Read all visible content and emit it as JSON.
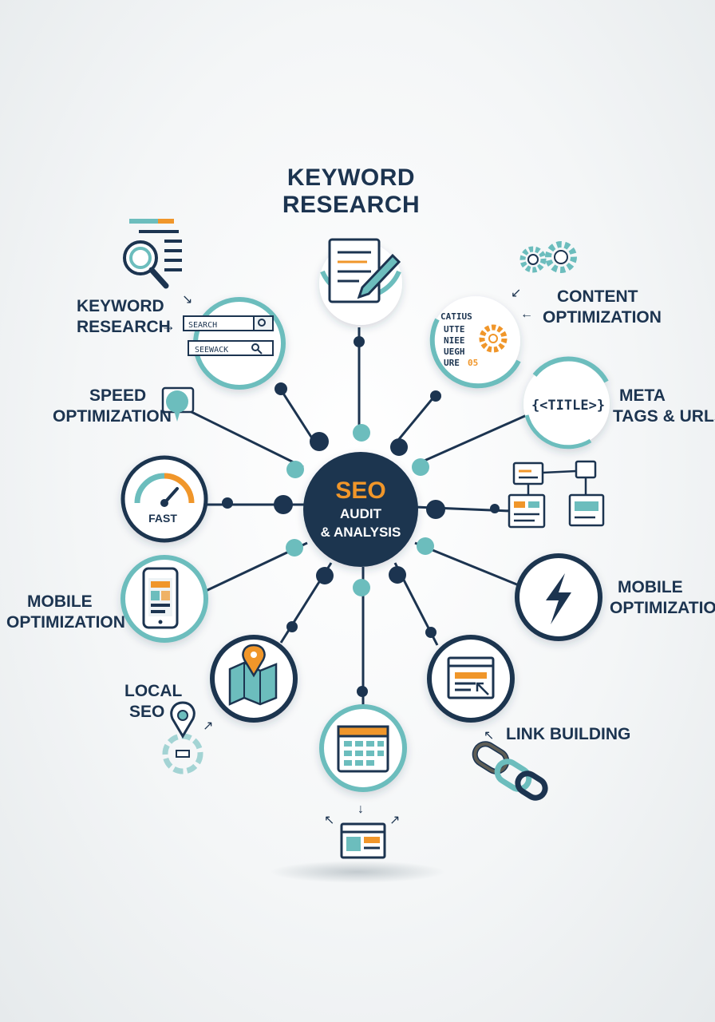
{
  "title": {
    "line1": "KEYWORD",
    "line2": "RESEARCH"
  },
  "center": {
    "line1": "SEO",
    "line2": "AUDIT",
    "line3": "& ANALYSIS"
  },
  "labels": {
    "keyword_left": {
      "line1": "KEYWORD",
      "line2": "RESEARCH"
    },
    "content": {
      "line1": "CONTENT",
      "line2": "OPTIMIZATION"
    },
    "speed": {
      "line1": "SPEED",
      "line2": "OPTIMIZATION"
    },
    "meta": {
      "line1": "META",
      "line2": "TAGS & URLs"
    },
    "mobile_left": {
      "line1": "MOBILE",
      "line2": "OPTIMIZATION"
    },
    "mobile_right": {
      "line1": "MOBILE",
      "line2": "OPTIMIZATION"
    },
    "local": {
      "line1": "LOCAL",
      "line2": "SEO"
    },
    "link": "LINK BUILDING"
  },
  "search_boxes": {
    "top": "SEARCH",
    "bottom": "SEEWACK"
  },
  "content_text": [
    "CATIUS",
    "UTTE",
    "NIEE",
    "UEGH",
    "URE",
    "05"
  ],
  "meta_tag": "{<TITLE>}",
  "speed_gauge": "FAST",
  "colors": {
    "navy": "#1c3450",
    "teal": "#6cbdbd",
    "orange": "#f0962a",
    "white": "#ffffff"
  },
  "icons": [
    "document-pen-icon",
    "magnifier-list-icon",
    "gears-icon",
    "content-gear-icon",
    "title-tag-icon",
    "sitemap-icon",
    "speedometer-icon",
    "chat-bubble-icon",
    "smartphone-icon",
    "lightning-icon",
    "map-pin-icon",
    "location-pin-icon",
    "browser-window-icon",
    "chain-link-icon",
    "calendar-grid-icon",
    "responsive-window-icon"
  ]
}
